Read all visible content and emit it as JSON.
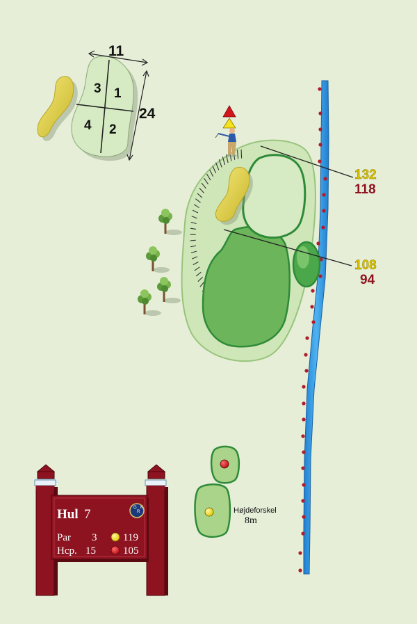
{
  "green_diagram": {
    "width_label": "11",
    "depth_label": "24",
    "sections": [
      "3",
      "1",
      "4",
      "2"
    ]
  },
  "distances": {
    "far": {
      "yellow": "132",
      "red": "118"
    },
    "near": {
      "yellow": "108",
      "red": "94"
    }
  },
  "elevation": {
    "label": "Højdeforskel",
    "value": "8m"
  },
  "sign": {
    "hole_word": "Hul",
    "hole_number": "7",
    "par_label": "Par",
    "par_value": "3",
    "hcp_label": "Hcp.",
    "hcp_value": "15",
    "yellow_length": "119",
    "red_length": "105",
    "logo_letters": [
      "G",
      "R",
      "K"
    ]
  },
  "colors": {
    "background": "#e6eed8",
    "fairway": "#6cb55a",
    "green_light": "#d6ebc3",
    "rough_light": "#c9e3b4",
    "bunker": "#e5d34a",
    "water": "#2a94dc",
    "sign": "#8e1320",
    "yellow_tee": "#f5e21c",
    "red_tee": "#d3151c",
    "yellow_text": "#d8c100",
    "red_text": "#8e1320",
    "boundary_dot": "#b01c2a"
  }
}
